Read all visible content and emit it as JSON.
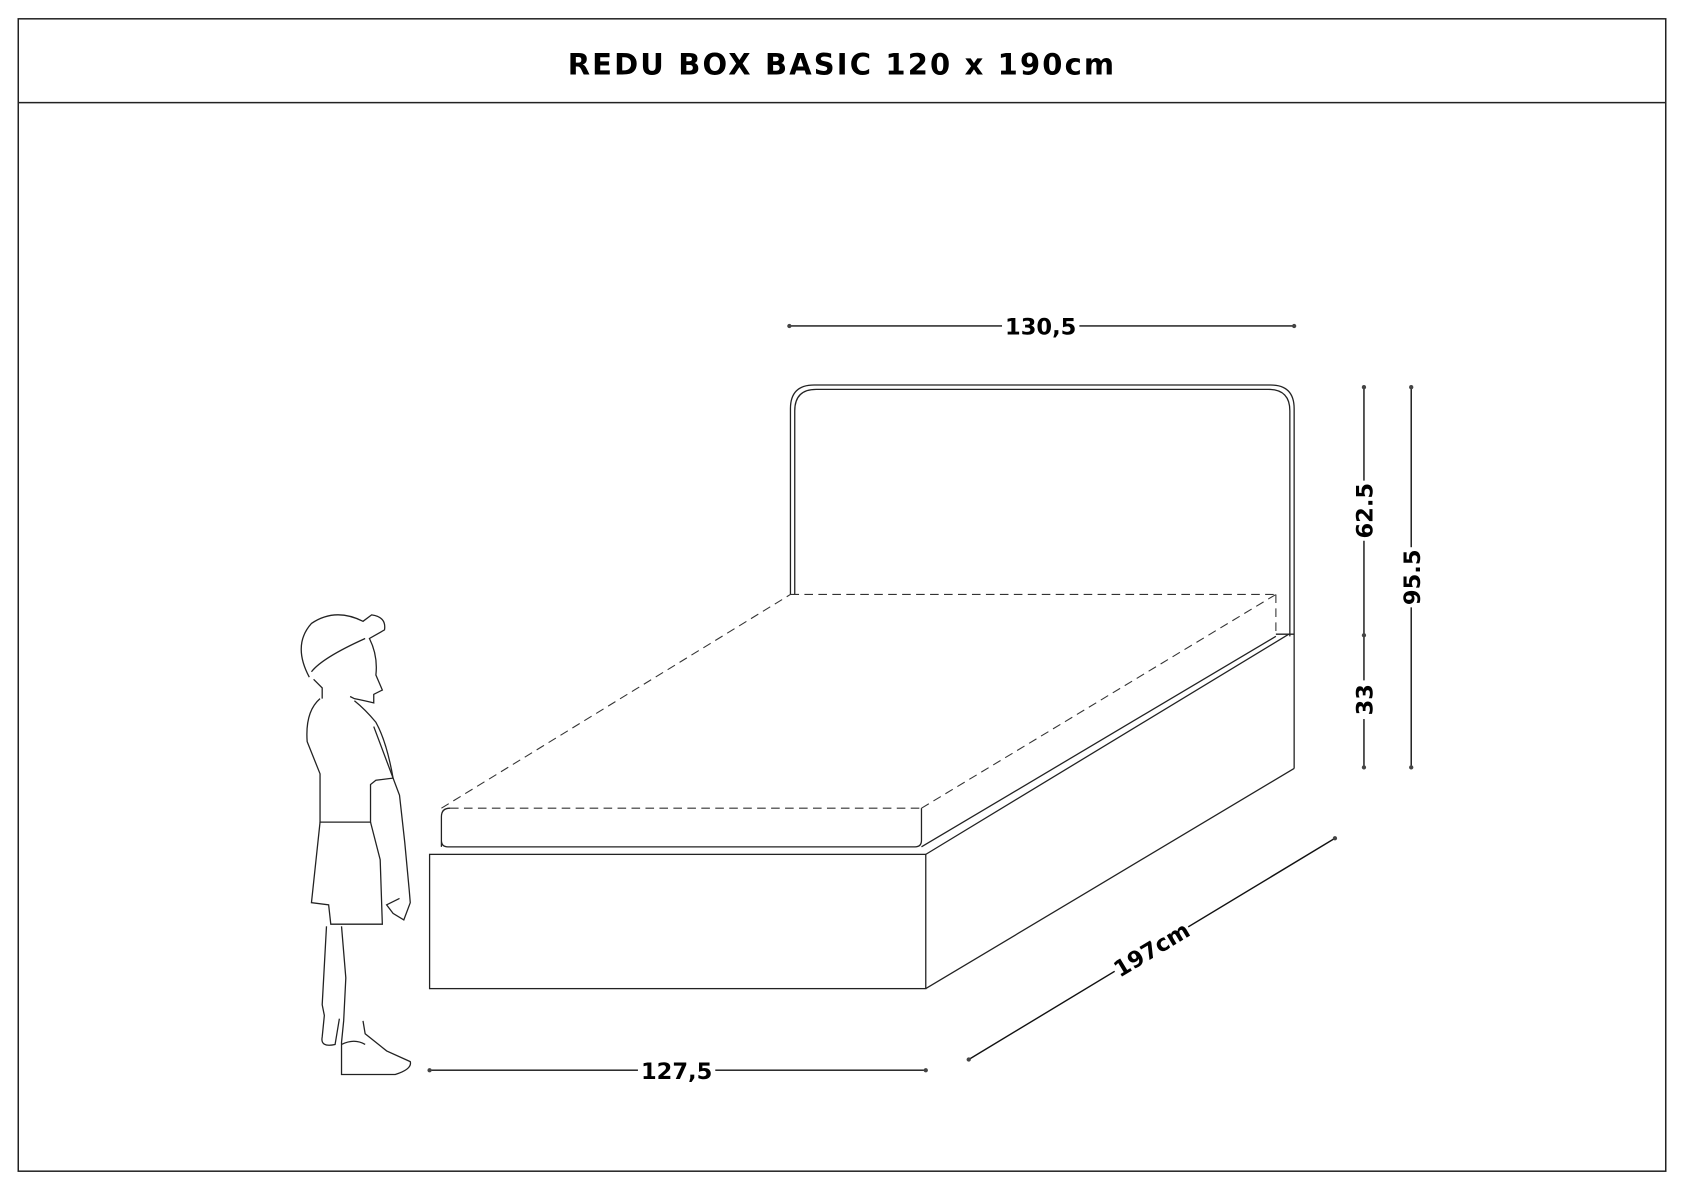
{
  "title": "REDU BOX BASIC 120 x 190cm",
  "dimensions": {
    "headboard_width": "130,5",
    "base_width": "127,5",
    "length": "197cm",
    "headboard_height": "62.5",
    "base_height": "33",
    "total_height": "95.5"
  }
}
